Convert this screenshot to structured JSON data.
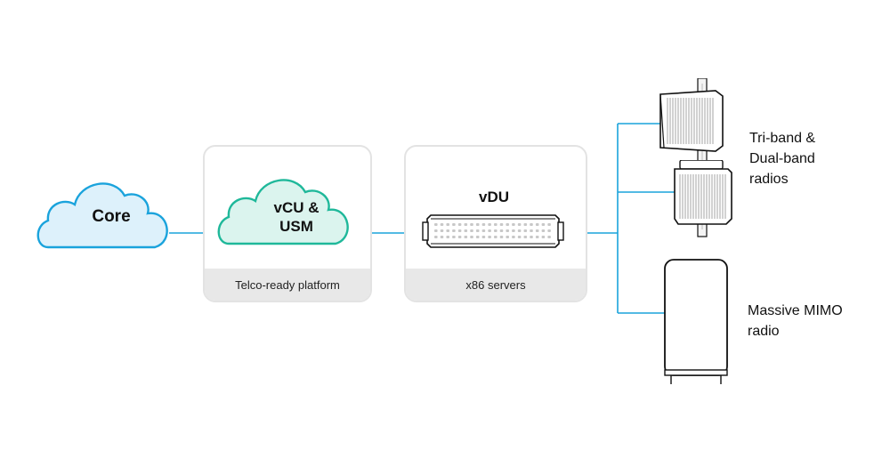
{
  "colors": {
    "connector": "#1aa3dc",
    "core_cloud_fill": "#ddf1fb",
    "core_cloud_stroke": "#1aa3dc",
    "vcu_cloud_fill": "#dbf4ee",
    "vcu_cloud_stroke": "#1fb89a",
    "box_border": "#e3e3e3",
    "box_footer": "#e8e8e8"
  },
  "nodes": {
    "core": {
      "label": "Core",
      "icon": "cloud-icon"
    },
    "platform": {
      "cloud_label_line1": "vCU &",
      "cloud_label_line2": "USM",
      "footer": "Telco-ready platform",
      "icon": "cloud-icon"
    },
    "vdu": {
      "title": "vDU",
      "footer": "x86 servers",
      "icon": "server-icon"
    },
    "radios": {
      "line1": "Tri-band &",
      "line2": "Dual-band",
      "line3": "radios",
      "icon": "radio-unit-icon"
    },
    "mimo": {
      "line1": "Massive MIMO",
      "line2": "radio",
      "icon": "massive-mimo-icon"
    }
  }
}
